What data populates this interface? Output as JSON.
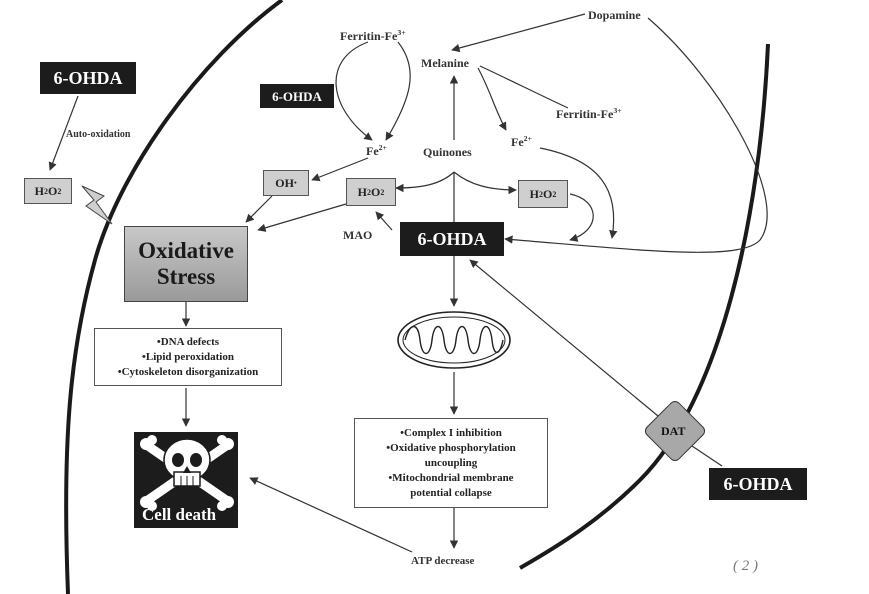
{
  "dopamine": "Dopamine",
  "ferritin_fe3_left": {
    "main": "Ferritin-Fe",
    "sup": "3+"
  },
  "melanine": "Melanine",
  "ferritin_fe3_right": {
    "main": "Ferritin-Fe",
    "sup": "3+"
  },
  "fe2_left": {
    "main": "Fe",
    "sup": "2+"
  },
  "fe2_right": {
    "main": "Fe",
    "sup": "2+"
  },
  "quinones": "Quinones",
  "ohda_top_left": "6-OHDA",
  "ohda_small": "6-OHDA",
  "ohda_center": "6-OHDA",
  "ohda_right": "6-OHDA",
  "auto_oxidation": "Auto-oxidation",
  "h2o2": {
    "h": "H",
    "sub": "2",
    "o": "O"
  },
  "oh_radical": {
    "main": "OH",
    "sup": "•"
  },
  "mao": "MAO",
  "oxidative_stress": [
    "Oxidative",
    "Stress"
  ],
  "damage_list": [
    "•DNA defects",
    "•Lipid peroxidation",
    "•Cytoskeleton disorganization"
  ],
  "mito_list": [
    "•Complex I inhibition",
    "•Oxidative phosphorylation",
    "uncoupling",
    "•Mitochondrial membrane",
    "potential collapse"
  ],
  "atp_decrease": "ATP decrease",
  "cell_death": "Cell death",
  "dat": "DAT",
  "handwritten_mark": "( 2 )"
}
